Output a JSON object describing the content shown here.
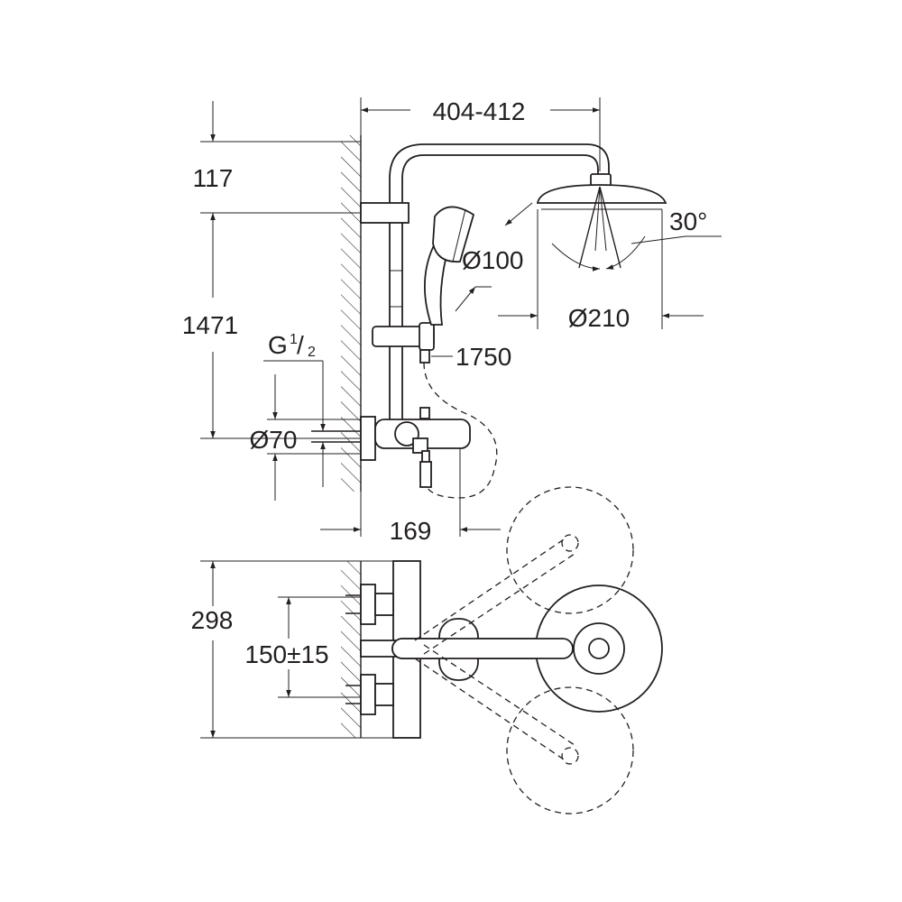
{
  "dimensions": {
    "width_range": "404-412",
    "top_height": "117",
    "rail_length": "1471",
    "thread": "G",
    "thread_num": "1",
    "thread_den": "2",
    "flange_diameter": "Ø70",
    "hand_shower_diameter": "Ø100",
    "hose_length": "1750",
    "head_shower_diameter": "Ø210",
    "tilt_angle": "30°",
    "spout_projection": "169",
    "mixer_height": "298",
    "inlet_spacing": "150±15"
  },
  "colors": {
    "line": "#231f20",
    "background": "#ffffff"
  }
}
